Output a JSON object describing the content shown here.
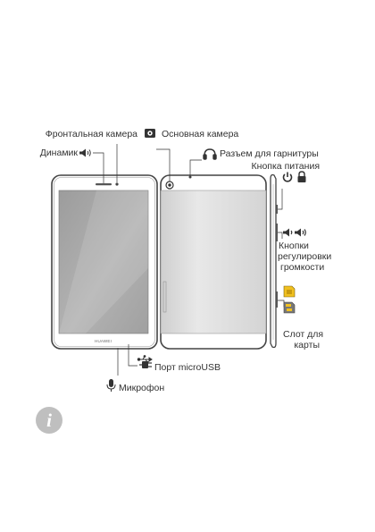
{
  "labels": {
    "front_camera": "Фронтальная камера",
    "main_camera": "Основная камера",
    "speaker": "Динамик",
    "headset_jack": "Разъем для гарнитуры",
    "power_button": "Кнопка питания",
    "volume_buttons": [
      "Кнопки",
      "регулировки",
      "громкости"
    ],
    "card_slot": [
      "Слот для",
      "карты"
    ],
    "micro_usb": "Порт microUSB",
    "microphone": "Микрофон",
    "brand": "HUAWEI"
  },
  "icons": [
    "camera-icon",
    "speaker-icon",
    "headset-icon",
    "power-icon",
    "lock-icon",
    "volume-down-icon",
    "volume-up-icon",
    "sim-card-icon",
    "sd-card-icon",
    "usb-icon",
    "usb-plug-icon",
    "microphone-icon",
    "info-icon"
  ],
  "notice_symbol": "i",
  "colors": {
    "device_outline": "#444444",
    "screen": "#a3a3a3",
    "text": "#333333",
    "sim_card": "#f0c020",
    "info_badge": "#bfbfbf"
  }
}
